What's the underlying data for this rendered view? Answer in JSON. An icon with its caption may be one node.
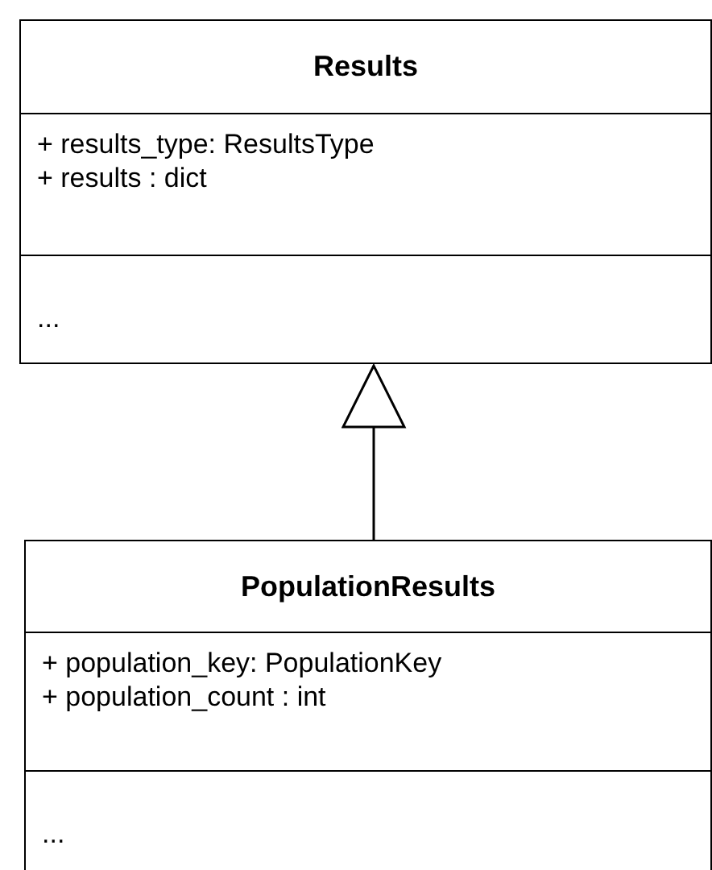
{
  "diagram": {
    "nodes": [
      {
        "text": [
          "Results",
          "+ results_type: ResultsType",
          "+ results : dict",
          "..."
        ]
      },
      {
        "text": [
          "PopulationResults",
          "+ population_key: PopulationKey",
          "+ population_count : int",
          "..."
        ]
      }
    ],
    "edges": [
      {
        "from": 1,
        "to": 0,
        "arrow": "to"
      }
    ]
  }
}
